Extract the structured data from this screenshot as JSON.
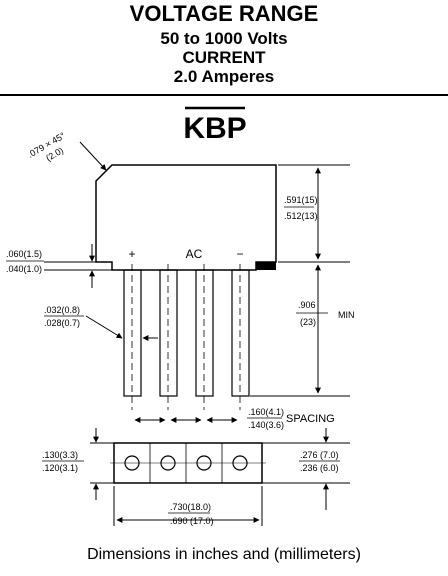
{
  "header": {
    "line1": "VOLTAGE RANGE",
    "line2": "50 to 1000 Volts",
    "line3": "CURRENT",
    "line4": "2.0 Amperes"
  },
  "package_name": "KBP",
  "chamfer": {
    "angle": ".079 × 45°",
    "metric": "(2.0)"
  },
  "pins": {
    "plus": "+",
    "ac": "AC",
    "minus": "−"
  },
  "dims": {
    "body_height": {
      "max": ".591(15)",
      "min": ".512(13)"
    },
    "shoulder": {
      "max": ".060(1.5)",
      "min": ".040(1.0)"
    },
    "lead_width": {
      "max": ".032(0.8)",
      "min": ".028(0.7)"
    },
    "lead_length": {
      "value": ".906",
      "metric": "(23)",
      "suffix": "MIN"
    },
    "spacing": {
      "max": ".160(4.1)",
      "min": ".140(3.6)",
      "label": "SPACING"
    },
    "bottom_height": {
      "max": ".130(3.3)",
      "min": ".120(3.1)"
    },
    "bottom_depth": {
      "max": ".276 (7.0)",
      "min": ".236 (6.0)"
    },
    "bottom_width": {
      "max": ".730(18.0)",
      "min": ".690 (17.0)"
    }
  },
  "footer": "Dimensions in inches and (millimeters)"
}
